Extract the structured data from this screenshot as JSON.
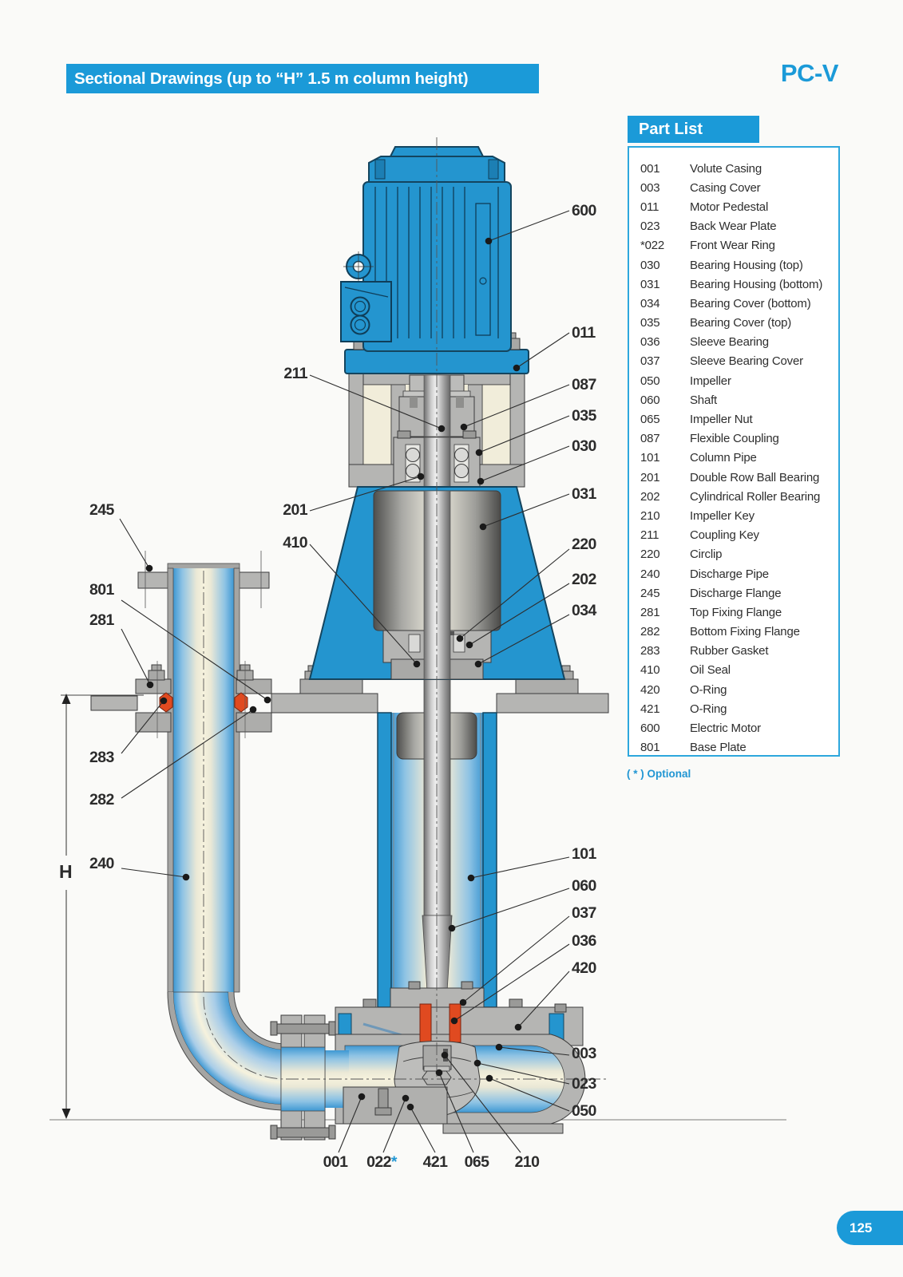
{
  "page": {
    "title": "Sectional Drawings (up to “H” 1.5 m column height)",
    "product": "PC-V",
    "page_number": "125"
  },
  "part_list": {
    "header": "Part List",
    "optional_note": "( * ) Optional",
    "items": [
      {
        "code": "001",
        "name": "Volute Casing"
      },
      {
        "code": "003",
        "name": "Casing Cover"
      },
      {
        "code": "011",
        "name": "Motor Pedestal"
      },
      {
        "code": "023",
        "name": "Back Wear Plate"
      },
      {
        "code": "*022",
        "name": "Front Wear Ring"
      },
      {
        "code": "030",
        "name": "Bearing Housing (top)"
      },
      {
        "code": "031",
        "name": "Bearing Housing (bottom)"
      },
      {
        "code": "034",
        "name": "Bearing Cover (bottom)"
      },
      {
        "code": "035",
        "name": "Bearing Cover (top)"
      },
      {
        "code": "036",
        "name": "Sleeve Bearing"
      },
      {
        "code": "037",
        "name": "Sleeve Bearing Cover"
      },
      {
        "code": "050",
        "name": "Impeller"
      },
      {
        "code": "060",
        "name": "Shaft"
      },
      {
        "code": "065",
        "name": "Impeller Nut"
      },
      {
        "code": "087",
        "name": "Flexible Coupling"
      },
      {
        "code": "101",
        "name": "Column Pipe"
      },
      {
        "code": "201",
        "name": "Double Row Ball Bearing"
      },
      {
        "code": "202",
        "name": "Cylindrical Roller Bearing"
      },
      {
        "code": "210",
        "name": "Impeller Key"
      },
      {
        "code": "211",
        "name": "Coupling Key"
      },
      {
        "code": "220",
        "name": "Circlip"
      },
      {
        "code": "240",
        "name": "Discharge Pipe"
      },
      {
        "code": "245",
        "name": "Discharge Flange"
      },
      {
        "code": "281",
        "name": "Top Fixing Flange"
      },
      {
        "code": "282",
        "name": "Bottom Fixing Flange"
      },
      {
        "code": "283",
        "name": "Rubber Gasket"
      },
      {
        "code": "410",
        "name": "Oil Seal"
      },
      {
        "code": "420",
        "name": "O-Ring"
      },
      {
        "code": "421",
        "name": "O-Ring"
      },
      {
        "code": "600",
        "name": "Electric Motor"
      },
      {
        "code": "801",
        "name": "Base Plate"
      }
    ]
  },
  "drawing": {
    "dimension_label": "H",
    "callouts": [
      {
        "label": "600"
      },
      {
        "label": "011"
      },
      {
        "label": "211"
      },
      {
        "label": "087"
      },
      {
        "label": "035"
      },
      {
        "label": "030"
      },
      {
        "label": "201"
      },
      {
        "label": "031"
      },
      {
        "label": "410"
      },
      {
        "label": "220"
      },
      {
        "label": "202"
      },
      {
        "label": "034"
      },
      {
        "label": "245"
      },
      {
        "label": "801"
      },
      {
        "label": "281"
      },
      {
        "label": "283"
      },
      {
        "label": "282"
      },
      {
        "label": "240"
      },
      {
        "label": "101"
      },
      {
        "label": "060"
      },
      {
        "label": "037"
      },
      {
        "label": "036"
      },
      {
        "label": "420"
      },
      {
        "label": "003"
      },
      {
        "label": "023"
      },
      {
        "label": "050"
      },
      {
        "label": "001"
      },
      {
        "label": "022",
        "suffix": "*"
      },
      {
        "label": "421"
      },
      {
        "label": "065"
      },
      {
        "label": "210"
      }
    ]
  },
  "colors": {
    "accent_blue": "#1b9ad8",
    "part_list_border": "#2da7dd",
    "motor_blue": "#2495cf",
    "gasket_red": "#e04a20",
    "label_text": "#2c2c2c"
  }
}
